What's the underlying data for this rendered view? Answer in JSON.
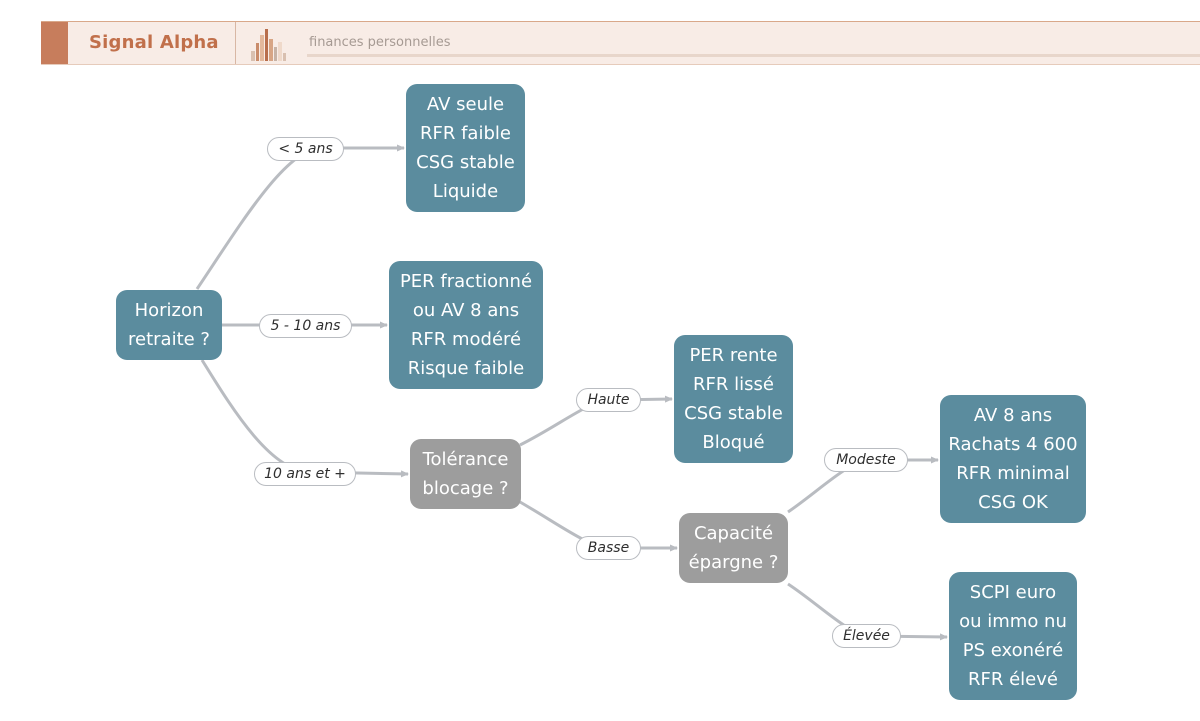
{
  "header": {
    "brand": "Signal Alpha",
    "tagline": "finances personnelles",
    "logo_icon": "bar-chart-logo"
  },
  "colors": {
    "decision_node": "#5b8c9e",
    "question_node": "#9d9d9d",
    "edge": "#b9bcc1",
    "brand_accent": "#c77d5c"
  },
  "diagram": {
    "nodes": [
      {
        "id": "horizon",
        "kind": "decision",
        "lines": [
          "Horizon",
          "retraite ?"
        ]
      },
      {
        "id": "av-seule",
        "kind": "outcome",
        "lines": [
          "AV seule",
          "RFR faible",
          "CSG stable",
          "Liquide"
        ]
      },
      {
        "id": "per-fractionne",
        "kind": "outcome",
        "lines": [
          "PER fractionné",
          "ou AV 8 ans",
          "RFR modéré",
          "Risque faible"
        ]
      },
      {
        "id": "tolerance",
        "kind": "question",
        "lines": [
          "Tolérance",
          "blocage ?"
        ]
      },
      {
        "id": "per-rente",
        "kind": "outcome",
        "lines": [
          "PER rente",
          "RFR lissé",
          "CSG stable",
          "Bloqué"
        ]
      },
      {
        "id": "capacite",
        "kind": "question",
        "lines": [
          "Capacité",
          "épargne ?"
        ]
      },
      {
        "id": "av-8-ans",
        "kind": "outcome",
        "lines": [
          "AV 8 ans",
          "Rachats 4 600",
          "RFR minimal",
          "CSG OK"
        ]
      },
      {
        "id": "scpi",
        "kind": "outcome",
        "lines": [
          "SCPI euro",
          "ou immo nu",
          "PS exonéré",
          "RFR élevé"
        ]
      }
    ],
    "edges": [
      {
        "id": "e1",
        "from": "horizon",
        "to": "av-seule",
        "label": "< 5 ans"
      },
      {
        "id": "e2",
        "from": "horizon",
        "to": "per-fractionne",
        "label": "5 - 10 ans"
      },
      {
        "id": "e3",
        "from": "horizon",
        "to": "tolerance",
        "label": "10 ans et +"
      },
      {
        "id": "e4",
        "from": "tolerance",
        "to": "per-rente",
        "label": "Haute"
      },
      {
        "id": "e5",
        "from": "tolerance",
        "to": "capacite",
        "label": "Basse"
      },
      {
        "id": "e6",
        "from": "capacite",
        "to": "av-8-ans",
        "label": "Modeste"
      },
      {
        "id": "e7",
        "from": "capacite",
        "to": "scpi",
        "label": "Élevée"
      }
    ]
  }
}
